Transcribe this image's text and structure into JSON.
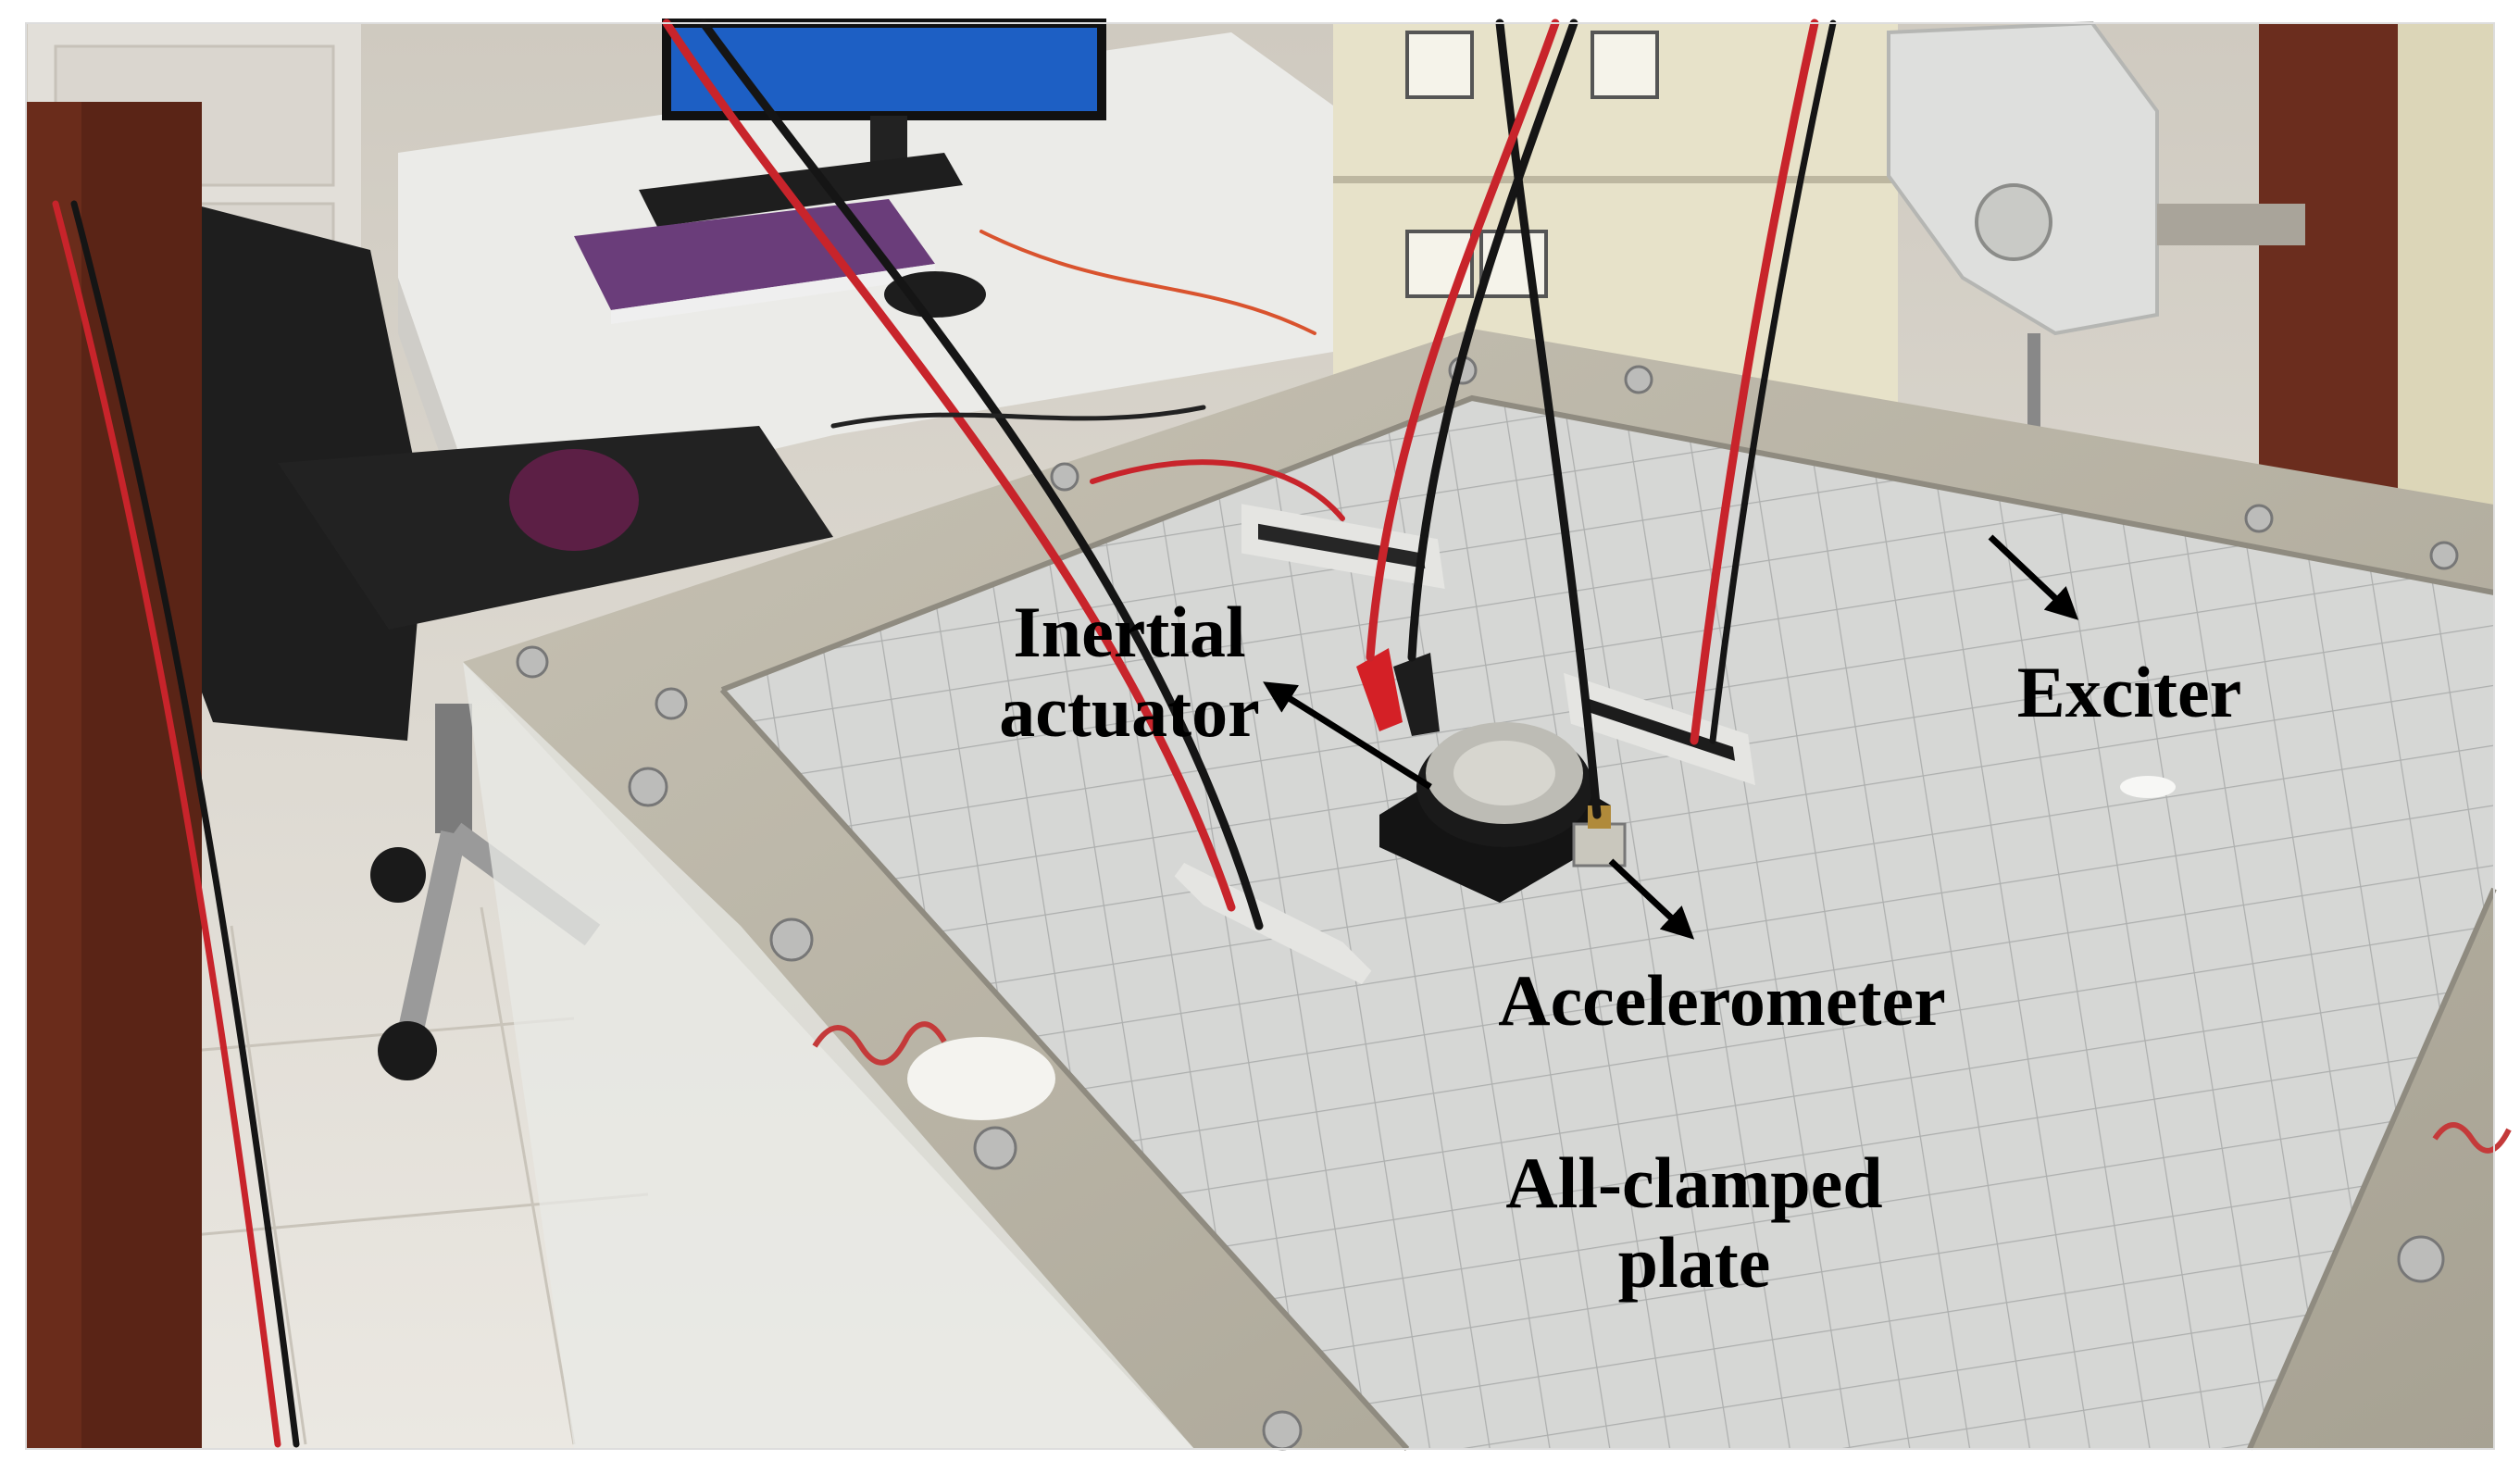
{
  "labels": {
    "inertial_actuator_line1": "Inertial",
    "inertial_actuator_line2": "actuator",
    "exciter": "Exciter",
    "accelerometer": "Accelerometer",
    "all_clamped_plate_line1": "All-clamped",
    "all_clamped_plate_line2": "plate"
  },
  "colors": {
    "floor": "#e6e4df",
    "plate": "#d7d8d6",
    "frame": "#b9b5a8",
    "wire_red": "#c8242b",
    "wire_black": "#151515",
    "pillar": "#5a2416",
    "arrow": "#000000"
  }
}
